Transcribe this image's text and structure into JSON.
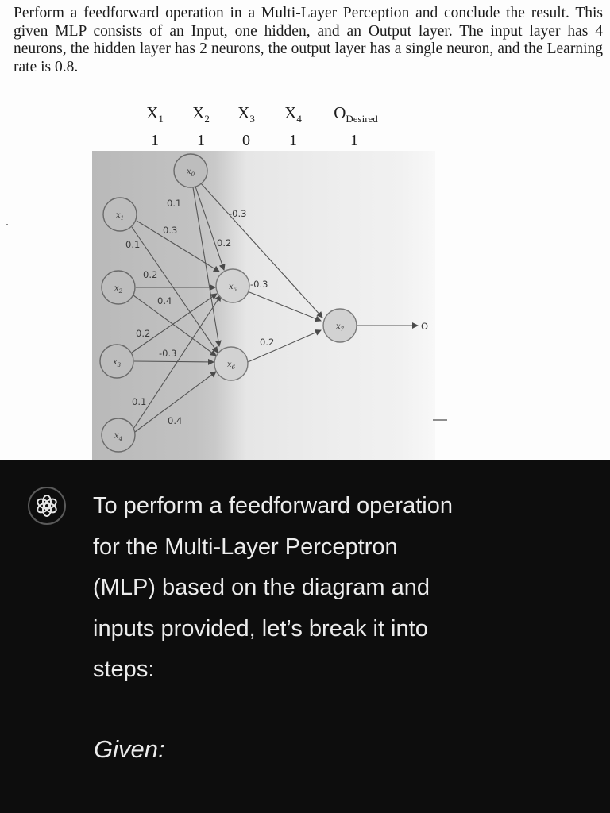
{
  "problem": {
    "text": "Perform a feedforward operation in a Multi-Layer Perception and conclude the result. This given MLP consists of an Input, one hidden, and an Output layer. The input layer has 4 neurons, the hidden layer has 2 neurons, the output layer has a single neuron, and the Learning rate is 0.8."
  },
  "inputs": [
    {
      "name": "X",
      "sub": "1",
      "value": "1"
    },
    {
      "name": "X",
      "sub": "2",
      "value": "1"
    },
    {
      "name": "X",
      "sub": "3",
      "value": "0"
    },
    {
      "name": "X",
      "sub": "4",
      "value": "1"
    },
    {
      "name": "O",
      "sub": "Desired",
      "value": "1"
    }
  ],
  "diagram": {
    "nodes": [
      {
        "id": "x0",
        "label": "x",
        "sub": "0",
        "role": "bias"
      },
      {
        "id": "x1",
        "label": "x",
        "sub": "1",
        "role": "input"
      },
      {
        "id": "x2",
        "label": "x",
        "sub": "2",
        "role": "input"
      },
      {
        "id": "x3",
        "label": "x",
        "sub": "3",
        "role": "input"
      },
      {
        "id": "x4",
        "label": "x",
        "sub": "4",
        "role": "input"
      },
      {
        "id": "x5",
        "label": "x",
        "sub": "5",
        "role": "hidden"
      },
      {
        "id": "x6",
        "label": "x",
        "sub": "6",
        "role": "hidden"
      },
      {
        "id": "x7",
        "label": "x",
        "sub": "7",
        "role": "output"
      }
    ],
    "output_label": "O",
    "weights": [
      {
        "from": "x0",
        "to": "x5",
        "w": "0.2"
      },
      {
        "from": "x0",
        "to": "x6",
        "w": "0.1"
      },
      {
        "from": "x0",
        "to": "x7",
        "w": "-0.3"
      },
      {
        "from": "x1",
        "to": "x5",
        "w": "0.3"
      },
      {
        "from": "x1",
        "to": "x6",
        "w": "0.1"
      },
      {
        "from": "x2",
        "to": "x5",
        "w": "0.2"
      },
      {
        "from": "x2",
        "to": "x6",
        "w": "0.4"
      },
      {
        "from": "x3",
        "to": "x5",
        "w": "0.2"
      },
      {
        "from": "x3",
        "to": "x6",
        "w": "-0.3"
      },
      {
        "from": "x4",
        "to": "x5",
        "w": "0.1"
      },
      {
        "from": "x4",
        "to": "x6",
        "w": "0.4"
      },
      {
        "from": "x5",
        "to": "x7",
        "w": "-0.3"
      },
      {
        "from": "x6",
        "to": "x7",
        "w": "0.2"
      }
    ]
  },
  "chat": {
    "avatar_icon": "openai-logo-icon",
    "message_lines": [
      "To perform a feedforward operation",
      "for the Multi-Layer Perceptron",
      "(MLP) based on the diagram and",
      "inputs provided, let’s break it into",
      "steps:"
    ],
    "heading": "Given:"
  },
  "colors": {
    "chat_background": "#0d0d0d",
    "chat_text": "#ececec",
    "node_fill": "#bdbdbd",
    "node_stroke": "#6a6a6a"
  }
}
